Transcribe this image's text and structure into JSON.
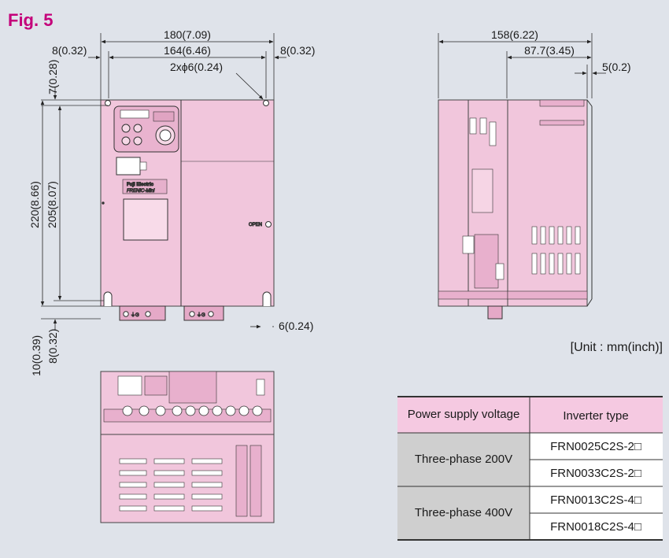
{
  "figure": {
    "label": "Fig. 5"
  },
  "dimensions": {
    "overall_width": "180(7.09)",
    "hole_pitch": "164(6.46)",
    "left_margin": "8(0.32)",
    "right_margin": "8(0.32)",
    "holes": "2xϕ6(0.24)",
    "top_offset": "7(0.28)",
    "overall_height": "220(8.66)",
    "hole_height": "205(8.07)",
    "bottom_slot": "6(0.24)",
    "bottom_10": "10(0.39)",
    "bottom_8": "8(0.32)",
    "depth_total": "158(6.22)",
    "depth_partial": "87.7(3.45)",
    "depth_small": "5(0.2)"
  },
  "unit_note": "[Unit : mm(inch)]",
  "device": {
    "brand": "Fuji Electric",
    "model": "FRENIC-Mini",
    "open_label": "OPEN"
  },
  "table": {
    "headers": [
      "Power supply voltage",
      "Inverter type"
    ],
    "groups": [
      {
        "voltage": "Three-phase 200V",
        "types": [
          "FRN0025C2S-2□",
          "FRN0033C2S-2□"
        ]
      },
      {
        "voltage": "Three-phase 400V",
        "types": [
          "FRN0013C2S-4□",
          "FRN0018C2S-4□"
        ]
      }
    ]
  },
  "colors": {
    "accent": "#c4007a",
    "body": "#f1c6dc",
    "background": "#dfe3ea",
    "table_header": "#f5c9e1",
    "table_group": "#cfcfcf"
  }
}
